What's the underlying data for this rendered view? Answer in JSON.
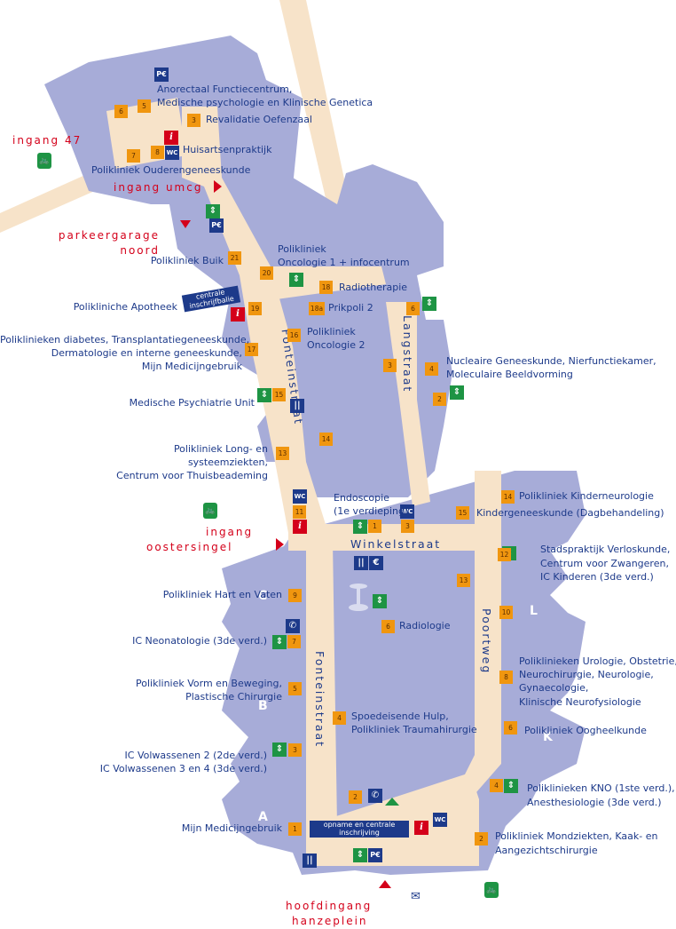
{
  "colors": {
    "building": "#a7acd8",
    "corridor": "#f7e3c9",
    "label": "#1d3a8a",
    "entrance": "#d4001a",
    "number": "#f0960f",
    "lift": "#1e9444"
  },
  "entrances": {
    "ingang47": "ingang 47",
    "umcg": "ingang umcg",
    "parkeergarage": [
      "parkeergarage",
      "noord"
    ],
    "oostersingel": [
      "ingang",
      "oostersingel"
    ],
    "hoofdingang": [
      "hoofdingang",
      "hanzeplein"
    ]
  },
  "streets": {
    "fonteinstraat": "Fonteinstraat",
    "langstraat": "Langstraat",
    "winkelstraat": "Winkelstraat",
    "poortweg": "Poortweg"
  },
  "wings": [
    "C",
    "B",
    "A",
    "L",
    "K"
  ],
  "banners": {
    "centrale": [
      "centrale",
      "inschrijfbalie"
    ],
    "opname": [
      "opname en centrale",
      "inschrijving"
    ]
  },
  "departments": [
    "Anorectaal Functiecentrum,",
    "Medische psychologie en Klinische Genetica",
    "Revalidatie Oefenzaal",
    "Huisartsenpraktijk",
    "Polikliniek Ouderengeneeskunde",
    "Polikliniek Buik",
    "Polikliniek",
    "Oncologie 1 + infocentrum",
    "Radiotherapie",
    "Polikliniche Apotheek",
    "Prikpoli 2",
    "Poliklinieken diabetes, Transplantatiegeneeskunde,",
    "Dermatologie en interne geneeskunde,",
    "Mijn Medicijngebruik",
    "Polikliniek",
    "Oncologie 2",
    "Nucleaire Geneeskunde, Nierfunctiekamer,",
    "Moleculaire Beeldvorming",
    "Medische Psychiatrie Unit",
    "Polikliniek Long- en",
    "systeemziekten,",
    "Centrum voor Thuisbeademing",
    "Endoscopie",
    "(1e verdieping)",
    "Polikliniek Kinderneurologie",
    "Kindergeneeskunde (Dagbehandeling)",
    "Stadspraktijk Verloskunde,",
    "Centrum voor Zwangeren,",
    "IC Kinderen (3de verd.)",
    "Polikliniek Hart en Vaten",
    "Radiologie",
    "IC Neonatologie (3de verd.)",
    "Poliklinieken Urologie, Obstetrie,",
    "Neurochirurgie, Neurologie,",
    "Gynaecologie,",
    "Klinische Neurofysiologie",
    "Polikliniek Vorm en Beweging,",
    "Plastische Chirurgie",
    "Spoedeisende Hulp,",
    "Polikliniek Traumahirurgie",
    "Polikliniek Oogheelkunde",
    "IC Volwassenen 2 (2de verd.)",
    "IC Volwassenen 3 en 4 (3de verd.)",
    "Poliklinieken KNO (1ste verd.),",
    "Anesthesiologie (3de verd.)",
    "Mijn Medicijngebruik",
    "Polikliniek Mondziekten, Kaak- en",
    "Aangezichtschirurgie"
  ],
  "numbers": [
    "6",
    "5",
    "3",
    "7",
    "8",
    "21",
    "20",
    "18",
    "18a",
    "19",
    "17",
    "16",
    "6",
    "3",
    "4",
    "2",
    "15",
    "14",
    "13",
    "11",
    "1",
    "3",
    "14",
    "15",
    "12",
    "13",
    "9",
    "10",
    "6",
    "7",
    "8",
    "5",
    "4",
    "6",
    "3",
    "4",
    "2",
    "1",
    "2"
  ],
  "icons": {
    "parking": "P€",
    "info": "i",
    "toilet": "WC",
    "lift": "⇕",
    "restaurant": "||",
    "phone": "✆",
    "euro": "€",
    "bike": "🚲",
    "mail": "✉"
  }
}
